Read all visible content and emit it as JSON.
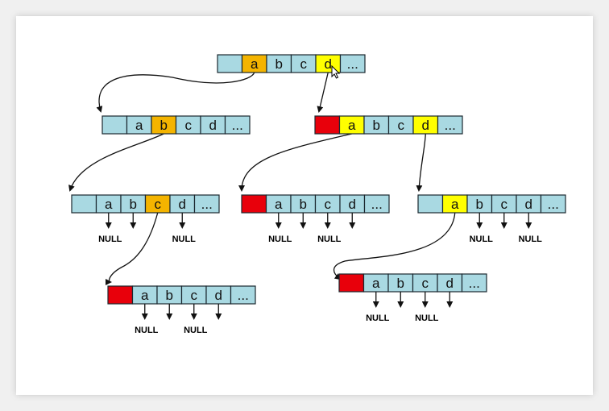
{
  "colors": {
    "default": "#a9d9e2",
    "orange": "#f4b400",
    "yellow": "#ffff00",
    "red": "#e8000b",
    "border": "#1b2830",
    "background": "#ffffff"
  },
  "trie": {
    "nodes": [
      {
        "id": "node-root",
        "cells": [
          {
            "label": "",
            "color": "default"
          },
          {
            "label": "a",
            "color": "orange"
          },
          {
            "label": "b",
            "color": "default"
          },
          {
            "label": "c",
            "color": "default"
          },
          {
            "label": "d",
            "color": "yellow"
          },
          {
            "label": "...",
            "color": "default"
          }
        ],
        "nulls": []
      },
      {
        "id": "node-a",
        "cells": [
          {
            "label": "",
            "color": "default"
          },
          {
            "label": "a",
            "color": "default"
          },
          {
            "label": "b",
            "color": "orange"
          },
          {
            "label": "c",
            "color": "default"
          },
          {
            "label": "d",
            "color": "default"
          },
          {
            "label": "...",
            "color": "default"
          }
        ],
        "nulls": []
      },
      {
        "id": "node-d",
        "cells": [
          {
            "label": "",
            "color": "red"
          },
          {
            "label": "a",
            "color": "yellow"
          },
          {
            "label": "b",
            "color": "default"
          },
          {
            "label": "c",
            "color": "default"
          },
          {
            "label": "d",
            "color": "yellow"
          },
          {
            "label": "...",
            "color": "default"
          }
        ],
        "nulls": []
      },
      {
        "id": "node-ab",
        "cells": [
          {
            "label": "",
            "color": "default"
          },
          {
            "label": "a",
            "color": "default"
          },
          {
            "label": "b",
            "color": "default"
          },
          {
            "label": "c",
            "color": "orange"
          },
          {
            "label": "d",
            "color": "default"
          },
          {
            "label": "...",
            "color": "default"
          }
        ],
        "nulls": [
          1,
          2,
          4
        ],
        "null_labels": [
          1,
          4
        ]
      },
      {
        "id": "node-da",
        "cells": [
          {
            "label": "",
            "color": "red"
          },
          {
            "label": "a",
            "color": "default"
          },
          {
            "label": "b",
            "color": "default"
          },
          {
            "label": "c",
            "color": "default"
          },
          {
            "label": "d",
            "color": "default"
          },
          {
            "label": "...",
            "color": "default"
          }
        ],
        "nulls": [
          1,
          2,
          3,
          4
        ],
        "null_labels": [
          1,
          3
        ]
      },
      {
        "id": "node-dd",
        "cells": [
          {
            "label": "",
            "color": "default"
          },
          {
            "label": "a",
            "color": "yellow"
          },
          {
            "label": "b",
            "color": "default"
          },
          {
            "label": "c",
            "color": "default"
          },
          {
            "label": "d",
            "color": "default"
          },
          {
            "label": "...",
            "color": "default"
          }
        ],
        "nulls": [
          2,
          3,
          4
        ],
        "null_labels": [
          2,
          4
        ]
      },
      {
        "id": "node-abc",
        "cells": [
          {
            "label": "",
            "color": "red"
          },
          {
            "label": "a",
            "color": "default"
          },
          {
            "label": "b",
            "color": "default"
          },
          {
            "label": "c",
            "color": "default"
          },
          {
            "label": "d",
            "color": "default"
          },
          {
            "label": "...",
            "color": "default"
          }
        ],
        "nulls": [
          1,
          2,
          3,
          4
        ],
        "null_labels": [
          1,
          3
        ]
      },
      {
        "id": "node-dda",
        "cells": [
          {
            "label": "",
            "color": "red"
          },
          {
            "label": "a",
            "color": "default"
          },
          {
            "label": "b",
            "color": "default"
          },
          {
            "label": "c",
            "color": "default"
          },
          {
            "label": "d",
            "color": "default"
          },
          {
            "label": "...",
            "color": "default"
          }
        ],
        "nulls": [
          1,
          2,
          3,
          4
        ],
        "null_labels": [
          1,
          3
        ]
      }
    ],
    "edges": [
      {
        "from": "node-root",
        "cell": 1,
        "to": "node-a"
      },
      {
        "from": "node-root",
        "cell": 4,
        "to": "node-d"
      },
      {
        "from": "node-a",
        "cell": 2,
        "to": "node-ab"
      },
      {
        "from": "node-d",
        "cell": 1,
        "to": "node-da"
      },
      {
        "from": "node-d",
        "cell": 4,
        "to": "node-dd"
      },
      {
        "from": "node-ab",
        "cell": 3,
        "to": "node-abc"
      },
      {
        "from": "node-dd",
        "cell": 1,
        "to": "node-dda"
      }
    ],
    "null_text": "NULL"
  },
  "cursor_icon": "mouse-pointer-icon"
}
